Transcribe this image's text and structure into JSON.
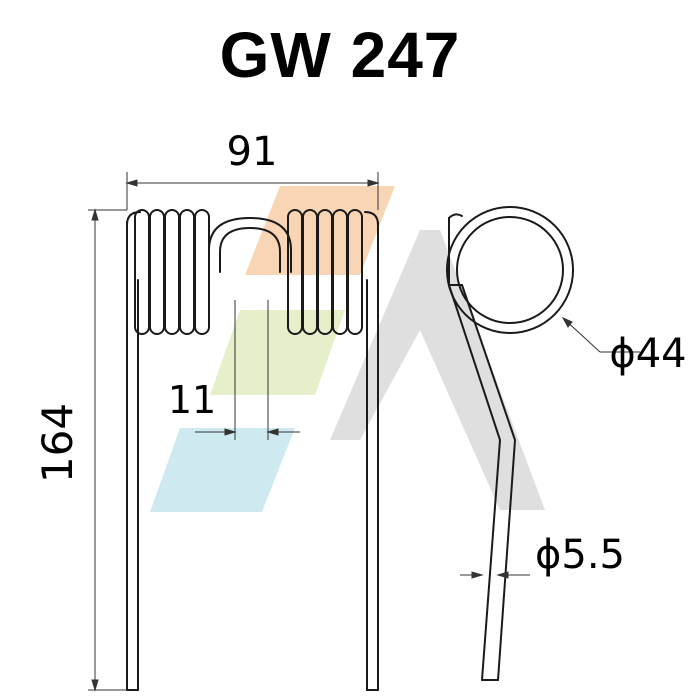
{
  "title": "GW 247",
  "dimensions": {
    "width": "91",
    "height": "164",
    "gap": "11",
    "coil_diameter": "ϕ44",
    "wire_diameter": "ϕ5.5"
  },
  "colors": {
    "line": "#1a1a1a",
    "dimension_line": "#333333",
    "watermark_grey": "#d9d9d9",
    "watermark_orange": "#f7c9a0",
    "watermark_green": "#dde9b8",
    "watermark_blue": "#bfe3ec"
  }
}
